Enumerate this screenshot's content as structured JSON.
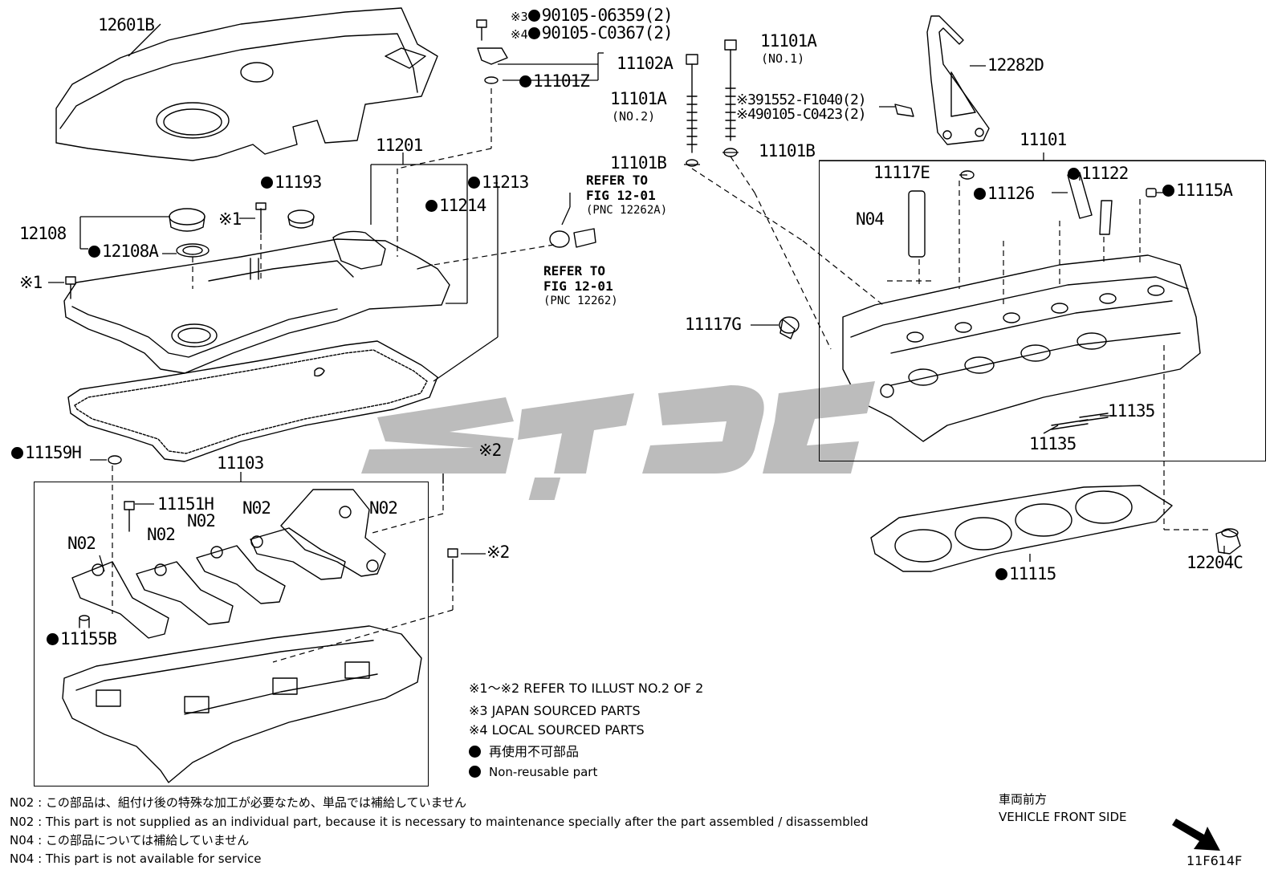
{
  "labels": {
    "p12601B": "12601B",
    "p90105_06359": "90105-06359(2)",
    "p90105_06359_mark": "※3",
    "p90105_C0367": "90105-C0367(2)",
    "p90105_C0367_mark": "※4",
    "p11102A": "11102A",
    "p11101Z": "11101Z",
    "p11101A_no1": "11101A",
    "p11101A_no1_sub": "(NO.1)",
    "p11101A_no2": "11101A",
    "p11101A_no2_sub": "(NO.2)",
    "p12282D": "12282D",
    "p91552": "※391552-F1040(2)",
    "p90105_C0423": "※490105-C0423(2)",
    "p11101B_left": "11101B",
    "p11101B_right": "11101B",
    "p11201": "11201",
    "p11101": "11101",
    "p11193": "11193",
    "p11213": "11213",
    "p11214": "11214",
    "p11117E": "11117E",
    "p11122": "11122",
    "p11126": "11126",
    "p11115A": "11115A",
    "p12108": "12108",
    "p12108A": "12108A",
    "p_mark1_a": "※1",
    "p_mark1_b": "※1",
    "pN04": "N04",
    "p11117G": "11117G",
    "p11159H": "11159H",
    "p11103": "11103",
    "p_mark2_a": "※2",
    "p_mark2_b": "※2",
    "p11151H": "11151H",
    "pN02_1": "N02",
    "pN02_2": "N02",
    "pN02_3": "N02",
    "pN02_4": "N02",
    "pN02_5": "N02",
    "p11155B": "11155B",
    "p11135_a": "11135",
    "p11135_b": "11135",
    "p11115": "11115",
    "p12204C": "12204C"
  },
  "refs": [
    {
      "line1": "REFER TO",
      "line2": "FIG 12-01",
      "pnc": "(PNC 12262A)"
    },
    {
      "line1": "REFER TO",
      "line2": "FIG 12-01",
      "pnc": "(PNC 12262)"
    }
  ],
  "notes": {
    "n1": "※1～※2  REFER TO ILLUST NO.2 OF 2",
    "n2": "※3 JAPAN SOURCED PARTS",
    "n3": "※4 LOCAL SOURCED PARTS",
    "n4": "再使用不可部品",
    "n5": "Non-reusable part"
  },
  "footnotes": {
    "f1": "N02 : この部品は、組付け後の特殊な加工が必要なため、単品では補給していません",
    "f2": "N02 : This part is not supplied as an individual part, because it is necessary to maintenance specially after the part assembled / disassembled",
    "f3": "N04 : この部品については補給していません",
    "f4": "N04 : This part is not available for service"
  },
  "direction": {
    "jp": "車両前方",
    "en": "VEHICLE FRONT SIDE"
  },
  "illustration_id": "11F614F",
  "colors": {
    "ink": "#000000",
    "watermark": "#bcbcbc",
    "background": "#ffffff"
  }
}
